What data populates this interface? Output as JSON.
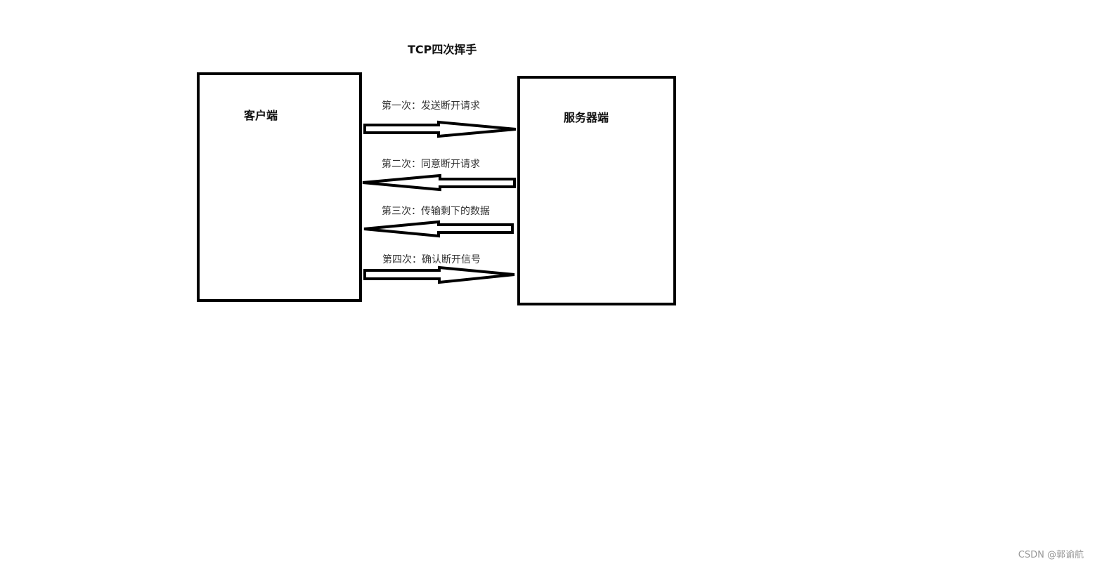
{
  "title": "TCP四次挥手",
  "client": {
    "label": "客户端"
  },
  "server": {
    "label": "服务器端"
  },
  "steps": [
    {
      "label": "第一次：发送断开请求",
      "direction": "to-server"
    },
    {
      "label": "第二次：同意断开请求",
      "direction": "to-client"
    },
    {
      "label": "第三次：传输剩下的数据",
      "direction": "to-client"
    },
    {
      "label": "第四次：确认断开信号",
      "direction": "to-server"
    }
  ],
  "watermark": "CSDN @郭谕航"
}
